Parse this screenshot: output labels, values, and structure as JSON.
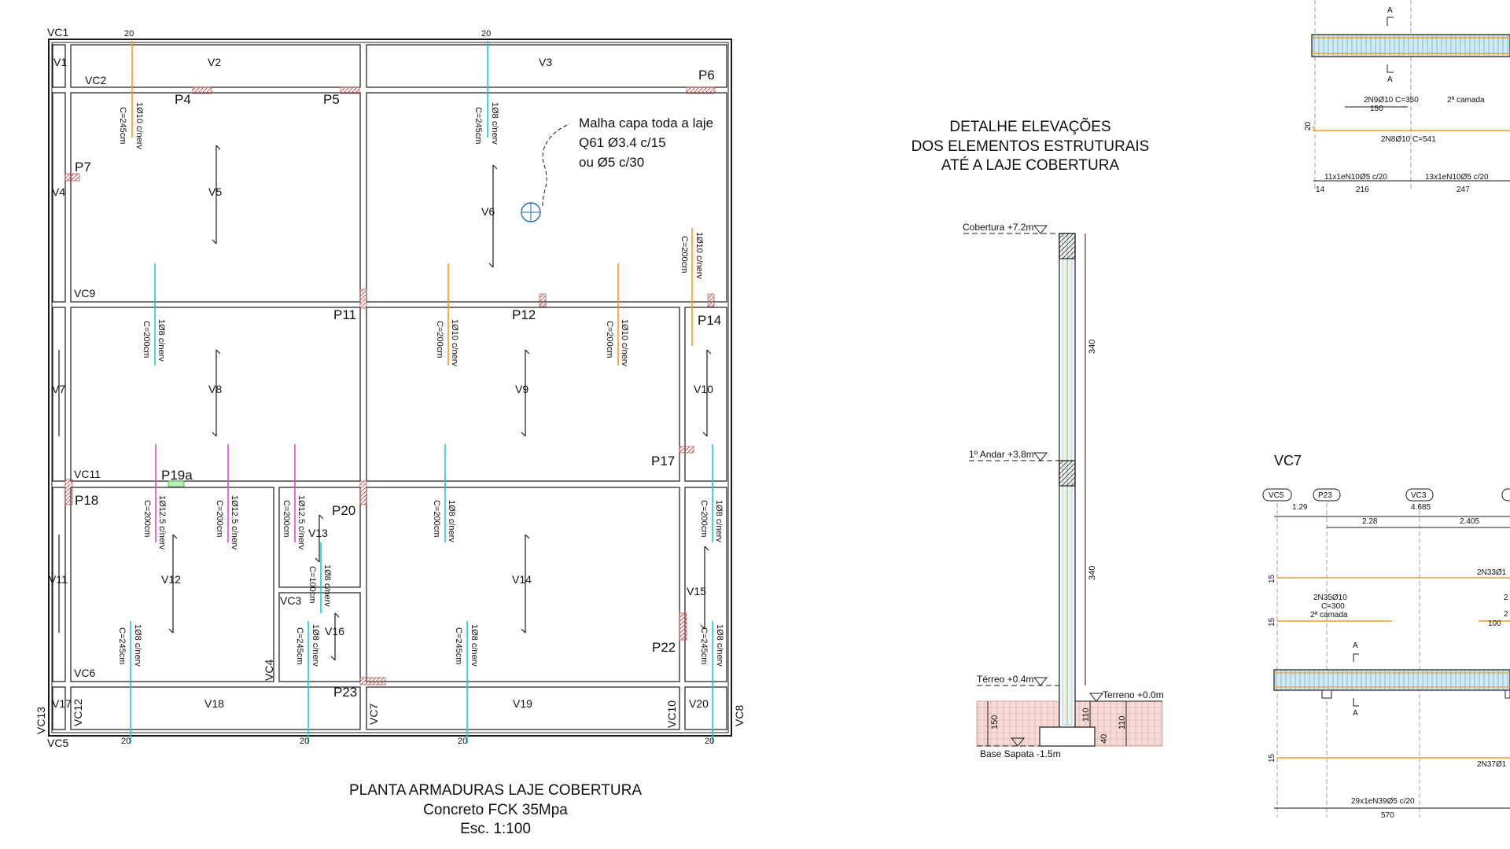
{
  "plan": {
    "slabs": [
      "V1",
      "V2",
      "V3",
      "V4",
      "V5",
      "V6",
      "V7",
      "V8",
      "V9",
      "V10",
      "V11",
      "V12",
      "V13",
      "V14",
      "V15",
      "V16",
      "V17",
      "V18",
      "V19",
      "V20"
    ],
    "vc_labels": [
      "VC1",
      "VC2",
      "VC3",
      "VC4",
      "VC5",
      "VC6",
      "VC7",
      "VC8",
      "VC9",
      "VC10",
      "VC11",
      "VC12",
      "VC13"
    ],
    "pillars": [
      "P4",
      "P5",
      "P6",
      "P7",
      "P11",
      "P12",
      "P14",
      "P17",
      "P18",
      "P19a",
      "P20",
      "P22",
      "P23"
    ],
    "rebars": {
      "r1010_245": "1Ø10 c/nerv",
      "r1010_245c": "C=245cm",
      "r108_245": "1Ø8 c/nerv",
      "r108_245c": "C=245cm",
      "r108_200": "1Ø8 c/nerv",
      "r108_200c": "C=200cm",
      "r1010_200": "1Ø10 c/nerv",
      "r1010_200c": "C=200cm",
      "r1125_200": "1Ø12.5 c/nerv",
      "r1125_200c": "C=200cm",
      "r108_100": "1Ø8 c/nerv",
      "r108_100c": "C=100cm"
    },
    "edge_value": "20",
    "note": [
      "Malha capa toda a laje",
      "Q61 Ø3.4 c/15",
      "ou Ø5 c/30"
    ],
    "title": [
      "PLANTA ARMADURAS LAJE COBERTURA",
      "Concreto FCK 35Mpa",
      "Esc. 1:100"
    ]
  },
  "elevation": {
    "title": [
      "DETALHE ELEVAÇÕES",
      "DOS ELEMENTOS ESTRUTURAIS",
      "ATÉ A LAJE COBERTURA"
    ],
    "levels": {
      "cobertura": "Cobertura +7.2m",
      "andar": "1º Andar +3.8m",
      "terreo": "Térreo +0.4m",
      "terreno": "Terreno +0.0m",
      "base": "Base Sapata -1.5m"
    },
    "dims": {
      "d340a": "340",
      "d340b": "340",
      "d150": "150",
      "d110a": "110",
      "d110b": "110",
      "d40": "40"
    }
  },
  "detail_top": {
    "section": "A",
    "bar1": "2N9Ø10   C=350",
    "bar1_note": "2ª camada",
    "bar1_dim": "150",
    "bar2": "2N8Ø10   C=541",
    "side_dim": "20",
    "stirrups1": "11x1eN10Ø5 c/20",
    "stirrups2": "13x1eN10Ø5 c/20",
    "d14": "14",
    "d216": "216",
    "d247": "247"
  },
  "vc7": {
    "title": "VC7",
    "supports": [
      "VC5",
      "P23",
      "VC3"
    ],
    "d129": "1.29",
    "d4685": "4.685",
    "d228": "2.28",
    "d2405": "2.405",
    "bar_top": "2N33Ø1",
    "bar_mid": [
      "2N35Ø10",
      "C=300",
      "2ª camada"
    ],
    "d100": "100",
    "bar_bot": "2N37Ø1",
    "stirrups": "29x1eN39Ø5 c/20",
    "d570": "570",
    "d15": "15",
    "section": "A",
    "partial_r1": "2",
    "partial_r2": "2"
  },
  "colors": {
    "line": "#1a1a1a",
    "orange": "#f39a2b",
    "cyan": "#22c8dc",
    "magenta": "#d44fd6",
    "green": "#2fb52f",
    "hatch": "#d07070",
    "section_fill": "#cfeaf3",
    "soil": "#f3d4d1"
  }
}
